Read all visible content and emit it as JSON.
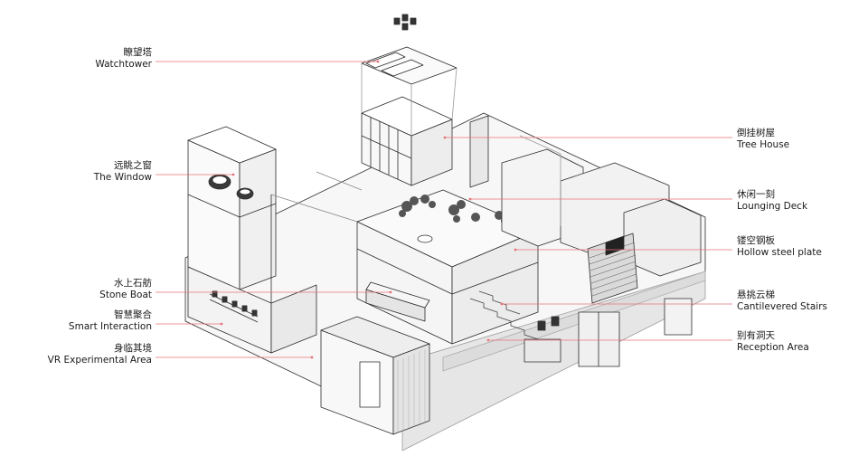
{
  "colors": {
    "leader": "#e8737a",
    "stroke": "#2b2b2b",
    "fill_light": "#f4f4f4",
    "fill_mid": "#e2e2e2",
    "fill_dark": "#cfcfcf"
  },
  "labels": [
    {
      "id": "watchtower",
      "zh": "瞭望塔",
      "en": "Watchtower",
      "side": "left"
    },
    {
      "id": "the-window",
      "zh": "远眺之窗",
      "en": "The Window",
      "side": "left"
    },
    {
      "id": "stone-boat",
      "zh": "水上石舫",
      "en": "Stone Boat",
      "side": "left"
    },
    {
      "id": "smart-interaction",
      "zh": "智慧聚合",
      "en": "Smart Interaction",
      "side": "left"
    },
    {
      "id": "vr-experimental-area",
      "zh": "身临其境",
      "en": "VR Experimental Area",
      "side": "left"
    },
    {
      "id": "tree-house",
      "zh": "倒挂树屋",
      "en": "Tree House",
      "side": "right"
    },
    {
      "id": "lounging-deck",
      "zh": "休闲一刻",
      "en": "Lounging Deck",
      "side": "right"
    },
    {
      "id": "hollow-steel-plate",
      "zh": "镂空钢板",
      "en": "Hollow steel plate",
      "side": "right"
    },
    {
      "id": "cantilevered-stairs",
      "zh": "悬挑云梯",
      "en": "Cantilevered Stairs",
      "side": "right"
    },
    {
      "id": "reception-area",
      "zh": "别有洞天",
      "en": "Reception Area",
      "side": "right"
    }
  ]
}
